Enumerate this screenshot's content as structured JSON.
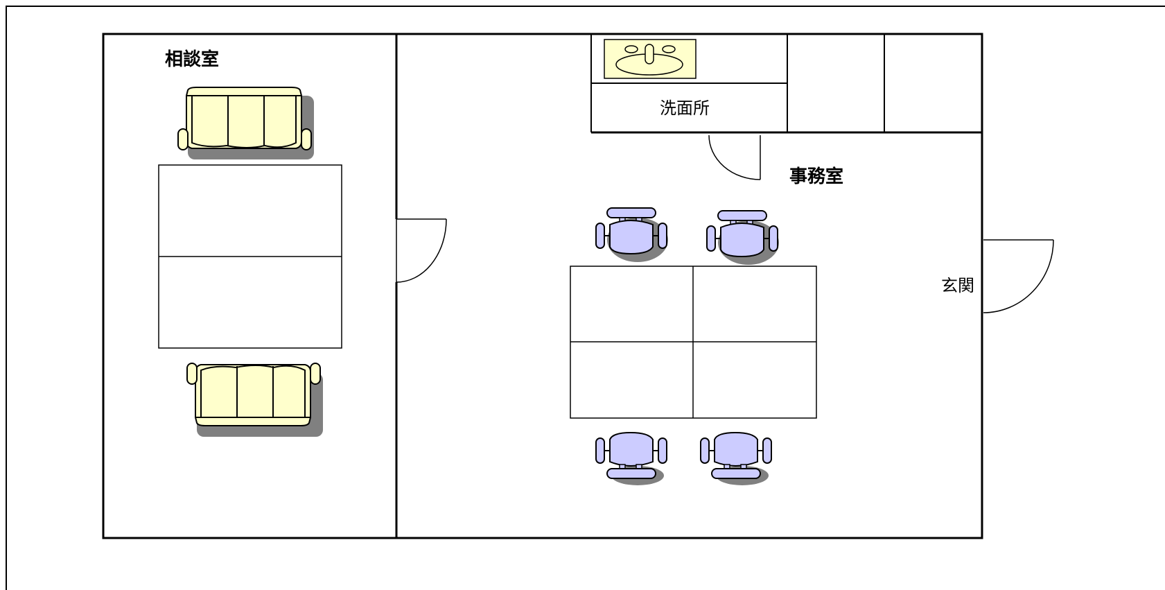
{
  "floor_plan": {
    "rooms": {
      "consultation": {
        "label": "相談室"
      },
      "office": {
        "label": "事務室"
      },
      "washroom": {
        "label": "洗面所"
      },
      "entrance": {
        "label": "玄関"
      }
    },
    "colors": {
      "wall": "#000000",
      "sofa_fill": "#ffffcc",
      "chair_fill": "#ccccff",
      "sink_fill": "#ffffcc",
      "shadow": "#808080"
    },
    "icons": [
      "sofa-icon",
      "chair-icon",
      "sink-icon",
      "door-swing-icon"
    ]
  }
}
